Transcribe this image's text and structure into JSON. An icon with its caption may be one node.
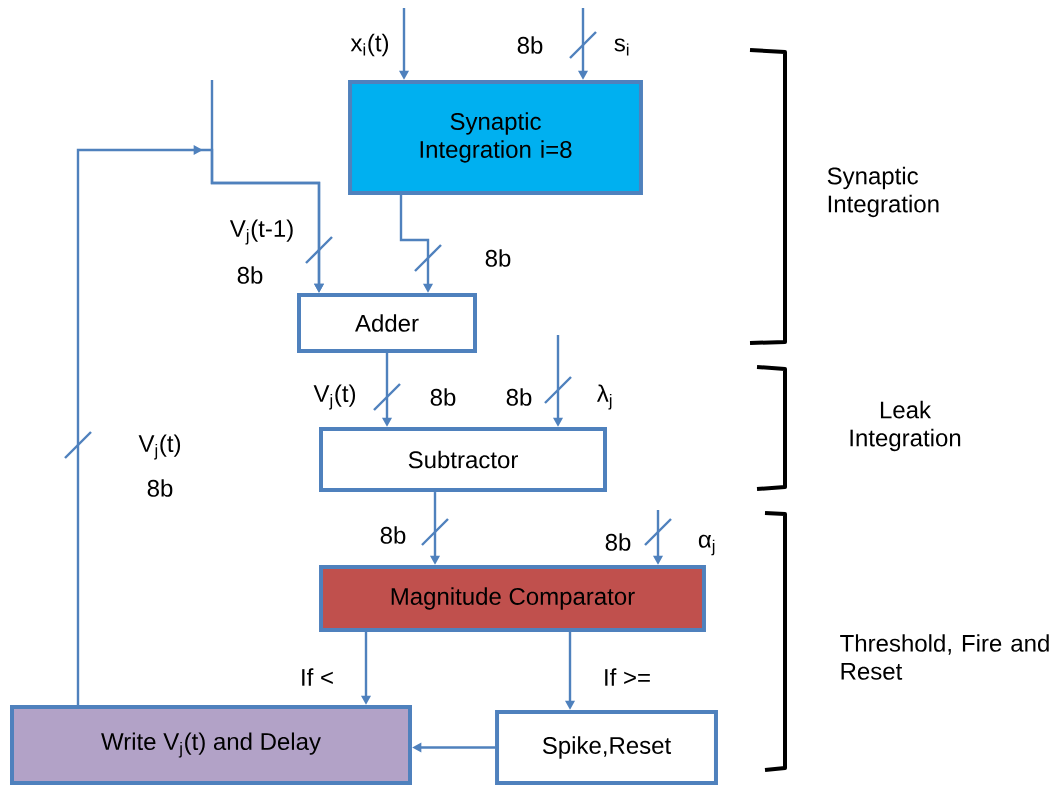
{
  "diagram": {
    "nodes": [
      {
        "text": [
          "Synaptic Integration i=8"
        ]
      },
      {
        "text": [
          "Adder"
        ]
      },
      {
        "text": [
          "Subtractor"
        ]
      },
      {
        "text": [
          "Magnitude Comparator"
        ]
      },
      {
        "text": [
          "Write V$_{j}$(t) and Delay"
        ]
      },
      {
        "text": [
          "Spike,Reset"
        ]
      }
    ],
    "edges": [
      {
        "from": null,
        "to": 0,
        "arrow": "to",
        "label": "x$_{i}$(t)"
      },
      {
        "from": null,
        "to": 0,
        "arrow": "to",
        "label": "s$_{i}$"
      },
      {
        "from": 0,
        "to": 1,
        "arrow": "to"
      },
      {
        "from": 4,
        "to": 1,
        "arrow": "to",
        "label": "V$_{j}$(t-1)"
      },
      {
        "from": null,
        "to": 1,
        "arrow": "to"
      },
      {
        "from": 1,
        "to": 2,
        "arrow": "to",
        "label": "V$_{j}$(t)"
      },
      {
        "from": null,
        "to": 2,
        "arrow": "to",
        "label": "λ$_{j}$"
      },
      {
        "from": 2,
        "to": 3,
        "arrow": "to"
      },
      {
        "from": null,
        "to": 3,
        "arrow": "to",
        "label": "α$_{j}$"
      },
      {
        "from": 3,
        "to": 4,
        "arrow": "to",
        "label": "If <"
      },
      {
        "from": 3,
        "to": 5,
        "arrow": "to",
        "label": "If >="
      },
      {
        "from": 5,
        "to": 4,
        "arrow": "to"
      }
    ],
    "labels": [
      "8b",
      "Synaptic Integration",
      "8b",
      "8b",
      "8b",
      "8b",
      "Leak Integration",
      "V$_{j}$(t)",
      "8b",
      "8b",
      "8b",
      "Threshold, Fire and Reset"
    ]
  }
}
